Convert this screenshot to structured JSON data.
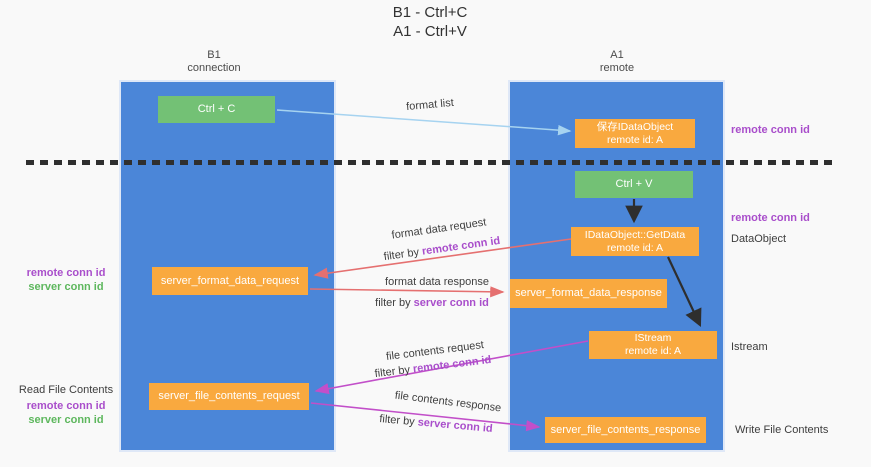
{
  "title": {
    "line1": "B1 - Ctrl+C",
    "line2": "A1 - Ctrl+V"
  },
  "lanes": {
    "b1": {
      "name": "B1",
      "role": "connection"
    },
    "a1": {
      "name": "A1",
      "role": "remote"
    }
  },
  "nodes": {
    "ctrl_c": {
      "label": "Ctrl + C"
    },
    "save_dataobject": {
      "line1": "保存IDataObject",
      "line2": "remote id: A"
    },
    "ctrl_v": {
      "label": "Ctrl + V"
    },
    "getdata": {
      "line1": "IDataObject::GetData",
      "line2": "remote id: A"
    },
    "format_request": {
      "label": "server_format_data_request"
    },
    "format_response": {
      "label": "server_format_data_response"
    },
    "istream": {
      "line1": "IStream",
      "line2": "remote id: A"
    },
    "file_request": {
      "label": "server_file_contents_request"
    },
    "file_response": {
      "label": "server_file_contents_response"
    }
  },
  "arrows": {
    "format_list": {
      "label": "format list"
    },
    "format_request": {
      "line1": "format data request",
      "filter_prefix": "filter by ",
      "filter_key": "remote conn id"
    },
    "format_response": {
      "line1": "format data response",
      "filter_prefix": "filter by ",
      "filter_key": "server conn id"
    },
    "file_request": {
      "line1": "file contents request",
      "filter_prefix": "filter by ",
      "filter_key": "remote conn id"
    },
    "file_response": {
      "line1": "file contents response",
      "filter_prefix": "filter by ",
      "filter_key": "server conn id"
    }
  },
  "side_labels": {
    "right_top_conn": "remote conn id",
    "right_mid_conn": "remote conn id",
    "right_dataobject": "DataObject",
    "right_istream": "Istream",
    "right_write": "Write File Contents",
    "left_mid_remote": "remote conn id",
    "left_mid_server": "server conn id",
    "left_read": "Read File Contents",
    "left_bottom_remote": "remote conn id",
    "left_bottom_server": "server conn id"
  },
  "colors": {
    "lane_blue": "#4b86d8",
    "node_green": "#73c175",
    "node_orange": "#f9a93f",
    "arrow_lightblue": "#a6d3f0",
    "arrow_salmon": "#e57070",
    "arrow_magenta": "#c24fc9",
    "arrow_black": "#2e2e2e",
    "text_purple": "#a94ecb",
    "text_green": "#5db75d"
  }
}
